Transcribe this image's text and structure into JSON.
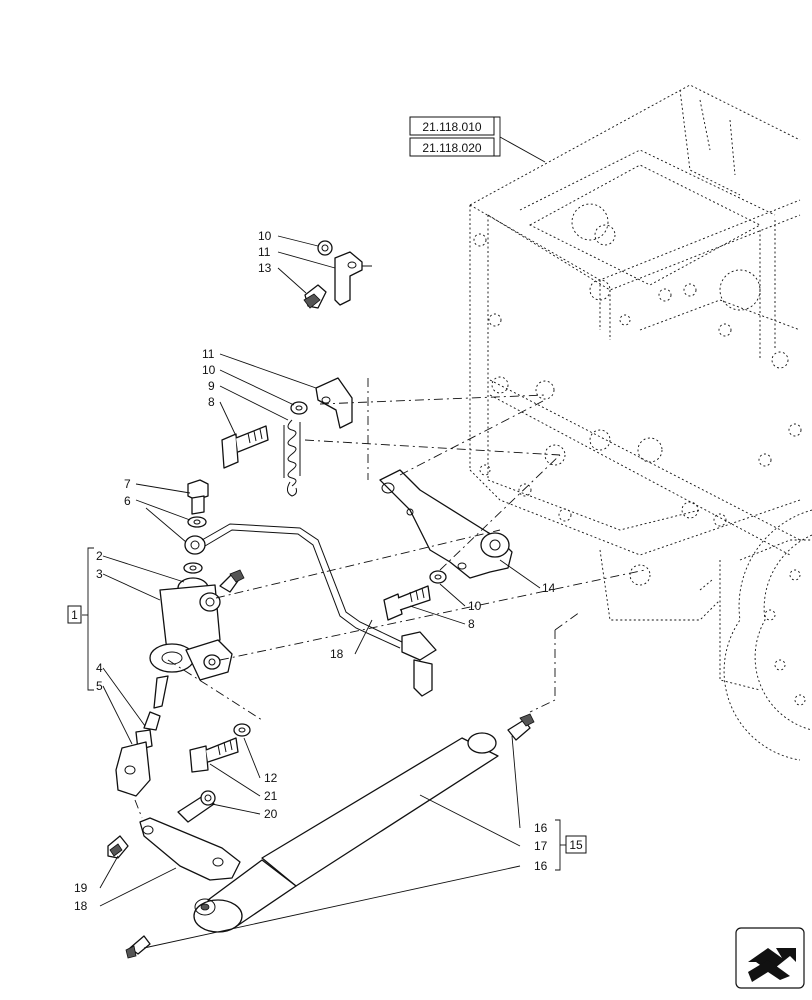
{
  "references": {
    "ref_a": "21.118.010",
    "ref_b": "21.118.020"
  },
  "callouts": {
    "c10_top": "10",
    "c11_top": "11",
    "c13": "13",
    "c11_mid": "11",
    "c10_mid": "10",
    "c9": "9",
    "c8_mid": "8",
    "c7": "7",
    "c6": "6",
    "c2": "2",
    "c3": "3",
    "c1": "1",
    "c4": "4",
    "c5": "5",
    "c18_pipe": "18",
    "c14": "14",
    "c10_low": "10",
    "c8_low": "8",
    "c12": "12",
    "c21": "21",
    "c20": "20",
    "c16_a": "16",
    "c17": "17",
    "c15": "15",
    "c16_b": "16",
    "c19": "19",
    "c18_lever": "18"
  },
  "icons": {
    "nav": "navigation-arrow-icon"
  }
}
